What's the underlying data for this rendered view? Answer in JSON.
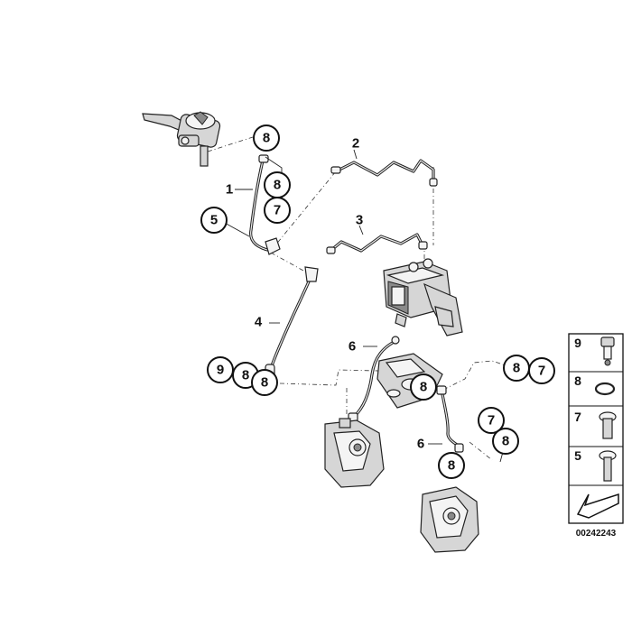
{
  "callouts": {
    "c1": "8",
    "c2": "8",
    "c3": "7",
    "c4": "5",
    "c5": "9",
    "c6": "8",
    "c7": "8",
    "c8": "8",
    "c9": "8",
    "c10": "7",
    "c11": "7",
    "c12": "8",
    "c13": "8"
  },
  "labels": {
    "p1": "1",
    "p2": "2",
    "p3": "3",
    "p4": "4",
    "p6a": "6",
    "p6b": "6"
  },
  "legend": {
    "items": [
      "9",
      "8",
      "7",
      "5"
    ]
  },
  "reference_number": "00242243"
}
